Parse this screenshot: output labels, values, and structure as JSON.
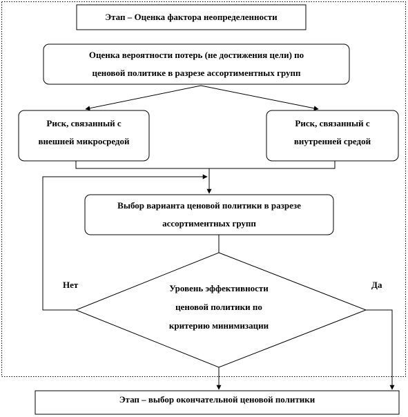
{
  "nodes": {
    "stage_uncertainty": "Этап – Оценка фактора неопределенности",
    "loss_probability": {
      "line1": "Оценка вероятности потерь (не достижения цели) по",
      "line2": "ценовой политике в разрезе ассортиментных групп"
    },
    "risk_external": {
      "line1": "Риск, связанный с",
      "line2": "внешней микросредой"
    },
    "risk_internal": {
      "line1": "Риск, связанный с",
      "line2": "внутренней средой"
    },
    "choose_variant": {
      "line1": "Выбор варианта ценовой политики в разрезе",
      "line2": "ассортиментных групп"
    },
    "efficiency_decision": {
      "line1": "Уровень эффективности",
      "line2": "ценовой политики по",
      "line3": "критерию минимизации"
    },
    "stage_final": "Этап – выбор окончательной ценовой политики"
  },
  "edges": {
    "no_label": "Нет",
    "yes_label": "Да"
  }
}
